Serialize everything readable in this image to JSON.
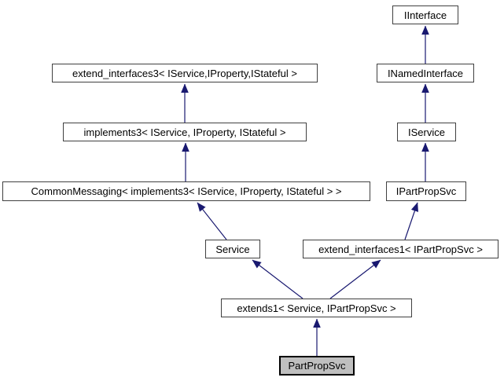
{
  "diagram": {
    "type": "class-inheritance-graph",
    "style": "doxygen-graphviz",
    "current_class": "PartPropSvc",
    "colors": {
      "background": "#ffffff",
      "node_fill": "#ffffff",
      "node_border": "#404040",
      "current_node_fill": "#bfbfbf",
      "current_node_border": "#000000",
      "edge": "#191970",
      "text": "#000000"
    },
    "nodes": [
      {
        "label": "IInterface"
      },
      {
        "label": "extend_interfaces3< IService,IProperty,IStateful >"
      },
      {
        "label": "INamedInterface"
      },
      {
        "label": "implements3< IService, IProperty, IStateful >"
      },
      {
        "label": "IService"
      },
      {
        "label": "CommonMessaging< implements3< IService, IProperty, IStateful > >"
      },
      {
        "label": "IPartPropSvc"
      },
      {
        "label": "Service"
      },
      {
        "label": "extend_interfaces1< IPartPropSvc >"
      },
      {
        "label": "extends1< Service, IPartPropSvc >"
      },
      {
        "label": "PartPropSvc",
        "current": true
      }
    ],
    "edges": [
      {
        "from": "INamedInterface",
        "to": "IInterface"
      },
      {
        "from": "implements3< IService, IProperty, IStateful >",
        "to": "extend_interfaces3< IService,IProperty,IStateful >"
      },
      {
        "from": "IService",
        "to": "INamedInterface"
      },
      {
        "from": "CommonMessaging< implements3< IService, IProperty, IStateful > >",
        "to": "implements3< IService, IProperty, IStateful >"
      },
      {
        "from": "IPartPropSvc",
        "to": "IService"
      },
      {
        "from": "Service",
        "to": "CommonMessaging< implements3< IService, IProperty, IStateful > >"
      },
      {
        "from": "extend_interfaces1< IPartPropSvc >",
        "to": "IPartPropSvc"
      },
      {
        "from": "extends1< Service, IPartPropSvc >",
        "to": "Service"
      },
      {
        "from": "extends1< Service, IPartPropSvc >",
        "to": "extend_interfaces1< IPartPropSvc >"
      },
      {
        "from": "PartPropSvc",
        "to": "extends1< Service, IPartPropSvc >"
      }
    ]
  }
}
